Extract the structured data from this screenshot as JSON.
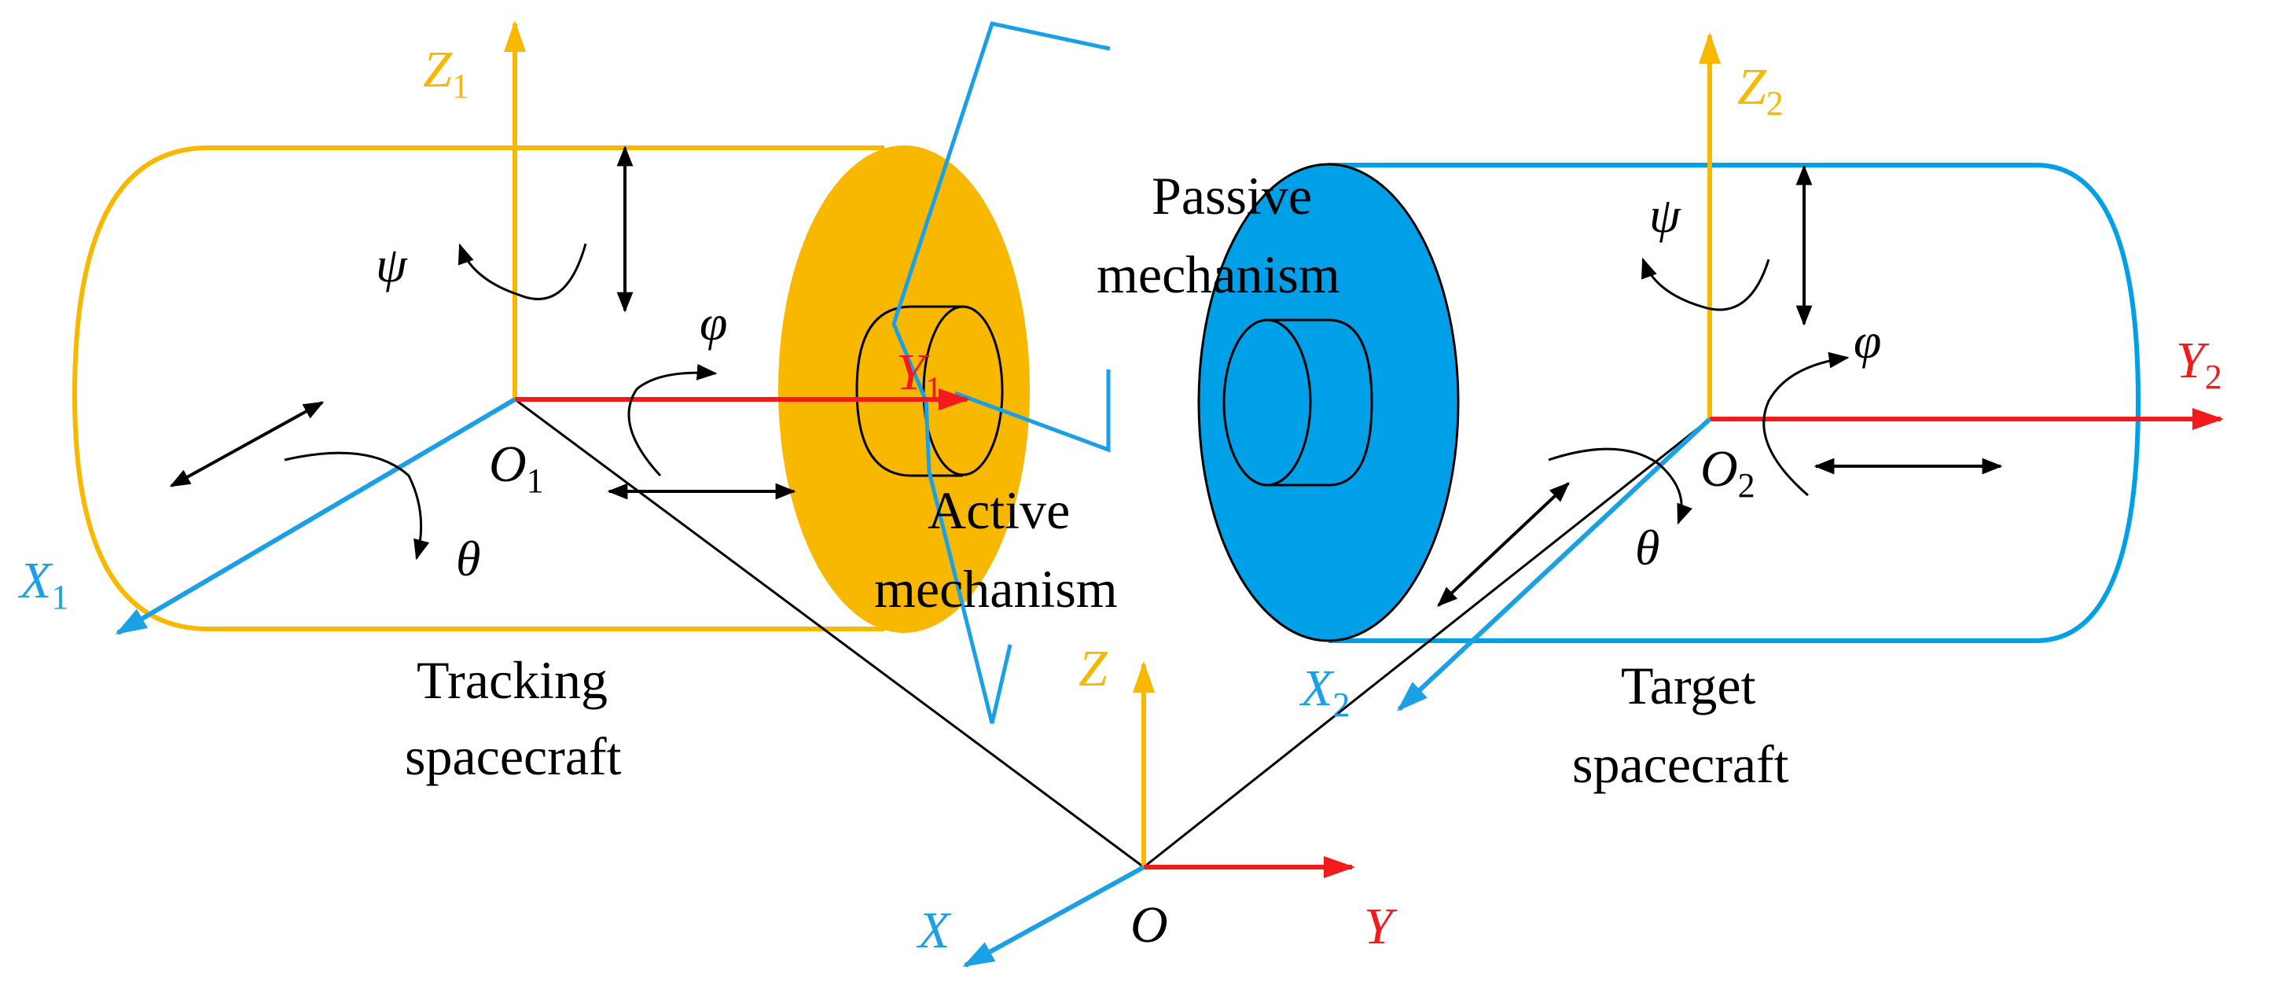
{
  "colors": {
    "tracking_body": "#F9B800",
    "target_body": "#00A0E8",
    "z_axis": "#F9B800",
    "x_axis": "#1AA0E6",
    "y_axis": "#F21A1A",
    "line": "#000000"
  },
  "labels": {
    "z1": "Z",
    "z1_sub": "1",
    "y1": "Y",
    "y1_sub": "1",
    "x1": "X",
    "x1_sub": "1",
    "o1": "O",
    "o1_sub": "1",
    "z2": "Z",
    "z2_sub": "2",
    "y2": "Y",
    "y2_sub": "2",
    "x2": "X",
    "x2_sub": "2",
    "o2": "O",
    "o2_sub": "2",
    "z": "Z",
    "y": "Y",
    "x": "X",
    "o": "O",
    "psi_left": "ψ",
    "phi_left": "φ",
    "theta_left": "θ",
    "psi_right": "ψ",
    "phi_right": "φ",
    "theta_right": "θ"
  },
  "captions": {
    "tracking_line1": "Tracking",
    "tracking_line2": "spacecraft",
    "target_line1": "Target",
    "target_line2": "spacecraft",
    "active_line1": "Active",
    "active_line2": "mechanism",
    "passive_line1": "Passive",
    "passive_line2": "mechanism"
  },
  "icons": [
    "arrow-head-icon",
    "rotation-arrow-icon",
    "double-arrow-icon"
  ]
}
